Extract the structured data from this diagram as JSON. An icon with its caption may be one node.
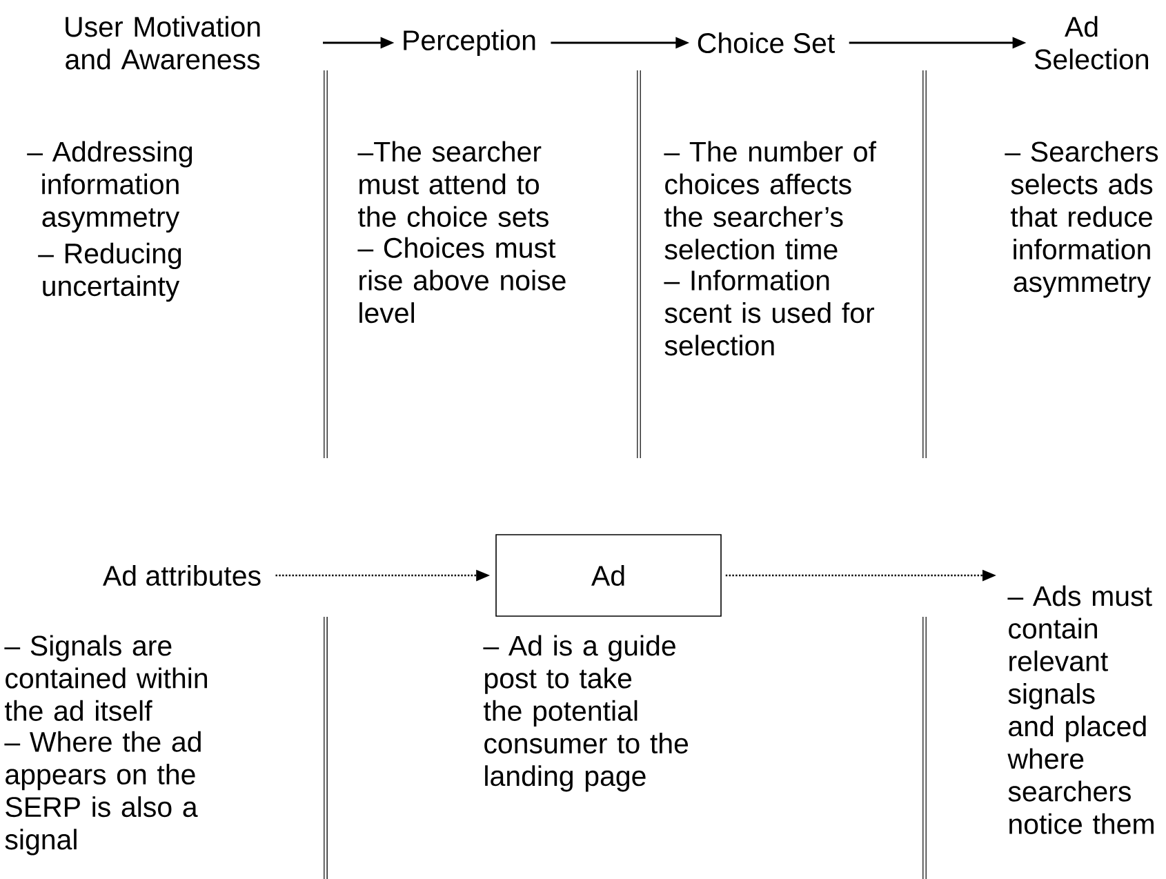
{
  "diagram": {
    "nodes": [
      {
        "text": [
          "User Motivation and Awareness"
        ]
      },
      {
        "text": [
          "Perception"
        ]
      },
      {
        "text": [
          "Choice Set"
        ]
      },
      {
        "text": [
          "Ad Selection"
        ]
      },
      {
        "text": [
          "Ad attributes"
        ]
      },
      {
        "text": [
          "Ad"
        ]
      },
      {
        "text": [
          "– Ads must contain relevant signals and placed where searchers notice them"
        ]
      }
    ],
    "edges": [
      {
        "from": 0,
        "to": 1,
        "arrow": "to"
      },
      {
        "from": 1,
        "to": 2,
        "arrow": "to"
      },
      {
        "from": 2,
        "to": 3,
        "arrow": "to"
      },
      {
        "from": 4,
        "to": 5,
        "arrow": "to",
        "style": "dashed"
      },
      {
        "from": 5,
        "to": 6,
        "arrow": "to",
        "style": "dashed"
      }
    ],
    "labels": [
      "– Addressing information asymmetry",
      "– Reducing uncertainty",
      "–The searcher must attend to the choice sets",
      "– Choices must rise above noise level",
      "– The number of choices affects the searcher’s selection time",
      "– Information scent is used for selection",
      "– Searchers selects ads that reduce information asymmetry",
      "– Signals are contained within the ad itself",
      "– Where the ad appears on the SERP is also a signal",
      "– Ad is a guide post to take the potential consumer to the landing page"
    ]
  }
}
